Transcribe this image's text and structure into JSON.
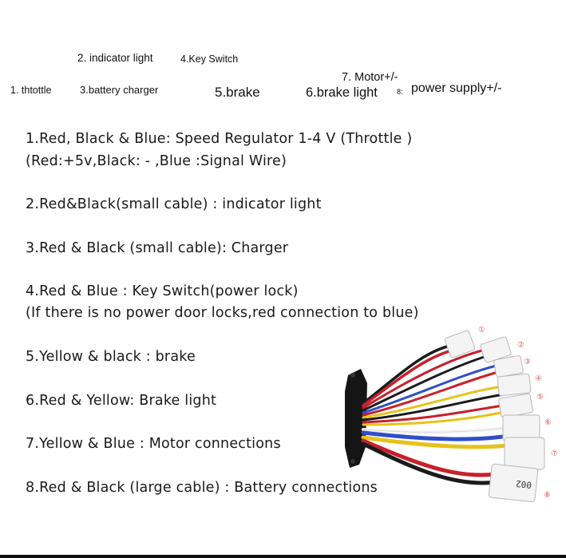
{
  "labels": {
    "indicator_light": "2. indicator light",
    "key_switch": "4.Key Switch",
    "motor": "7. Motor+/-",
    "throttle": "1. thtottle",
    "battery_charger": "3.battery charger",
    "brake": "5.brake",
    "brake_light": "6.brake light",
    "power_supply_num": "8:",
    "power_supply": "power supply+/-"
  },
  "lines": [
    "1.Red, Black & Blue: Speed Regulator 1-4 V (Throttle )",
    "(Red:+5v,Black: - ,Blue :Signal Wire)",
    "2.Red&Black(small cable) : indicator light",
    "3.Red & Black (small cable): Charger",
    "4.Red & Blue : Key Switch(power lock)",
    "(If there is no power door locks,red connection to blue)",
    "5.Yellow & black : brake",
    "6.Red & Yellow: Brake light",
    "7.Yellow & Blue : Motor connections",
    "8.Red & Black (large cable) : Battery connections"
  ],
  "connector_numbers": [
    "①",
    "②",
    "③",
    "④",
    "⑤",
    "⑥",
    "⑦",
    "⑧"
  ],
  "connector_print": "002",
  "colors": {
    "marker": "#d45a5a",
    "wire_red": "#c8202a",
    "wire_black": "#1b1b1b",
    "wire_blue": "#2f4fc9",
    "wire_yellow": "#e7c21a",
    "wire_white": "#f2f2f2"
  }
}
